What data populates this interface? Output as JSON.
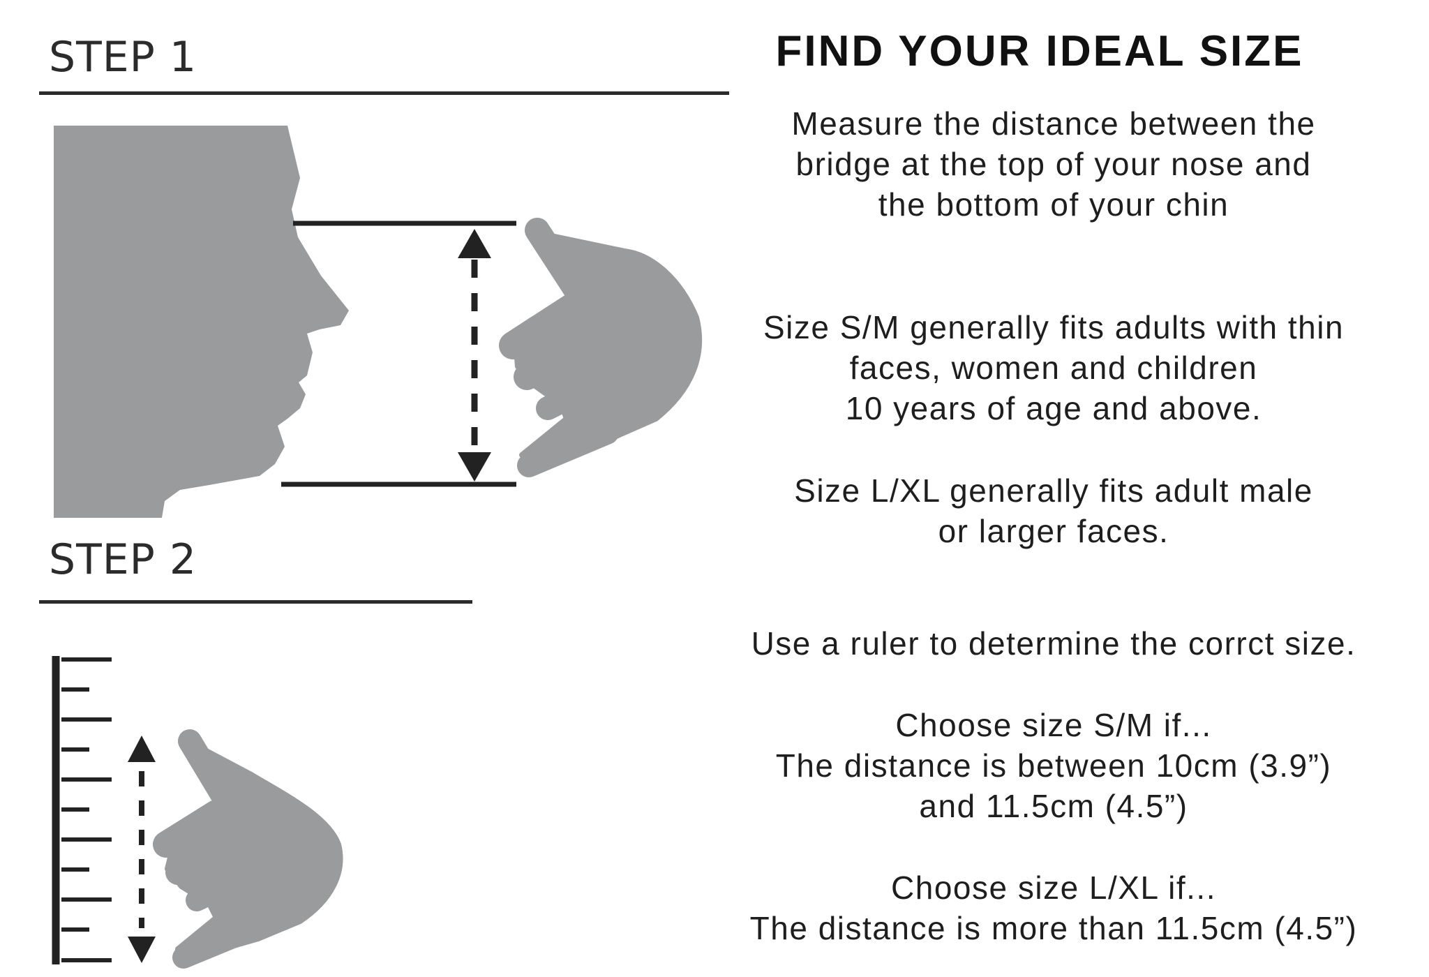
{
  "step1_heading": "STEP 1",
  "step2_heading": "STEP 2",
  "title": "FIND YOUR IDEAL SIZE",
  "measure_text": [
    "Measure the distance between the",
    "bridge at the top of your nose and",
    "the bottom of your chin"
  ],
  "sm_fit_text": [
    "Size S/M generally fits adults with thin",
    "faces, women and children",
    "10 years of age and above."
  ],
  "lxl_fit_text": [
    "Size L/XL generally fits adult male",
    "or larger faces."
  ],
  "ruler_text": [
    "Use a ruler to determine the corrct size."
  ],
  "choose_sm_text": [
    "Choose size S/M if...",
    "The distance is between 10cm (3.9”)",
    "and 11.5cm (4.5”)"
  ],
  "choose_lxl_text": [
    "Choose size L/XL if...",
    "The distance is more than 11.5cm (4.5”)"
  ],
  "colors": {
    "silhouette": "#9a9b9c",
    "ink": "#222222",
    "heading": "#2b2b2b"
  },
  "icons": {
    "face": "face-profile-icon",
    "hand": "hand-pinch-icon",
    "ruler": "ruler-icon",
    "arrow": "double-arrow-icon"
  }
}
